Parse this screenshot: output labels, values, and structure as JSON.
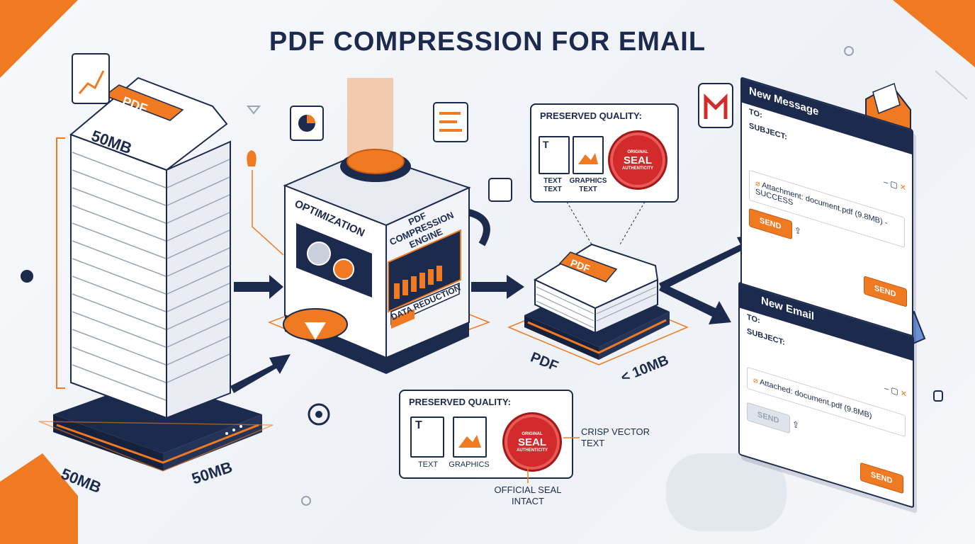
{
  "title": "PDF COMPRESSION FOR EMAIL",
  "stack": {
    "badge": "PDF",
    "size_top": "50MB",
    "size_left": "50MB",
    "size_right": "50MB"
  },
  "engine": {
    "face_left": "OPTIMIZATION",
    "face_right": "PDF COMPRESSION ENGINE",
    "data_label": "DATA REDUCTION"
  },
  "output": {
    "badge": "PDF",
    "label_pdf": "PDF",
    "label_size": "< 10MB"
  },
  "quality_top": {
    "title": "PRESERVED QUALITY:",
    "item1": "TEXT TEXT",
    "item2": "GRAPHICS TEXT",
    "seal": "SEAL",
    "seal_ring_top": "ORIGINAL",
    "seal_ring_bottom": "AUTHENTICITY"
  },
  "quality_bottom": {
    "title": "PRESERVED QUALITY:",
    "item1": "TEXT",
    "item2": "GRAPHICS",
    "seal": "SEAL",
    "seal_ring_top": "ORIGINAL",
    "seal_ring_bottom": "AUTHENTICITY",
    "note_right": "CRISP VECTOR TEXT",
    "note_bottom": "OFFICIAL SEAL INTACT"
  },
  "email1": {
    "header": "New Message",
    "to": "TO:",
    "subject": "SUBJECT:",
    "attachment": "Attachment: document.pdf (9.8MB) - SUCCESS",
    "send1": "SEND",
    "send2": "SEND"
  },
  "email2": {
    "header": "New Email",
    "to": "TO:",
    "subject": "SUBJECT:",
    "attachment": "Attached: document.pdf (9.8MB)",
    "send1": "SEND",
    "send2": "SEND"
  },
  "colors": {
    "navy": "#1c2a4d",
    "orange": "#f07a22",
    "red": "#d32b2b"
  }
}
